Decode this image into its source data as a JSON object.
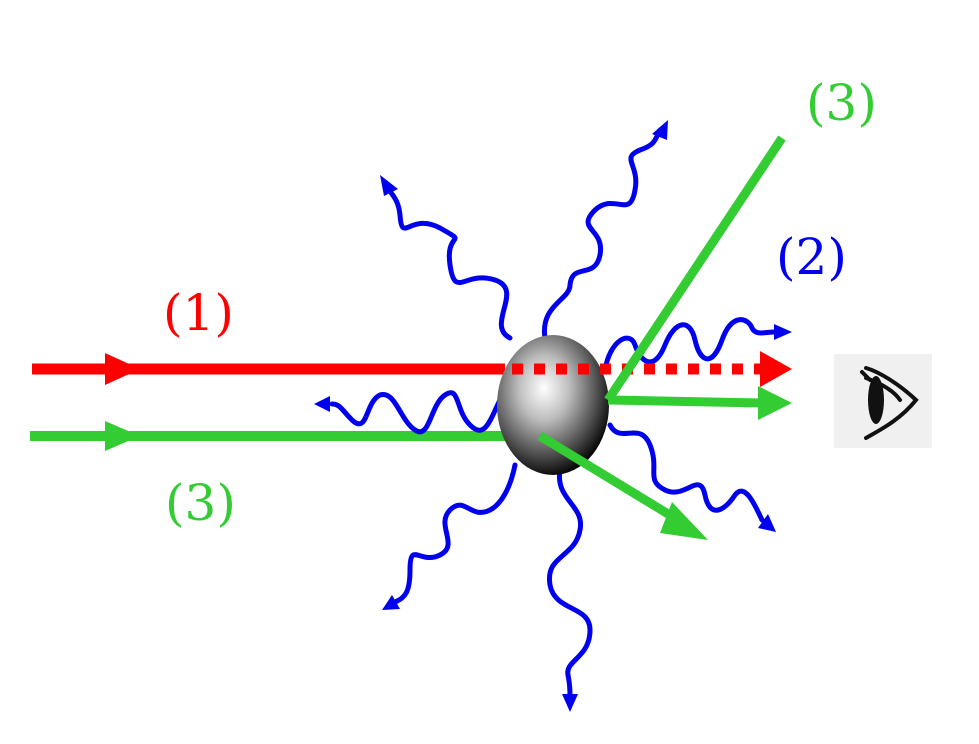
{
  "labels": {
    "beam_incident_red": "(1)",
    "beam_incident_green": "(3)",
    "beam_scattered_green": "(3)",
    "scattered_waves": "(2)"
  },
  "colors": {
    "red": "#ff0000",
    "green": "#33cc33",
    "blue": "#0000ee",
    "eye": "#111111",
    "eye_bg": "#f0f0f0"
  },
  "icons": {
    "observer": "eye-icon",
    "particle": "sphere-icon"
  }
}
